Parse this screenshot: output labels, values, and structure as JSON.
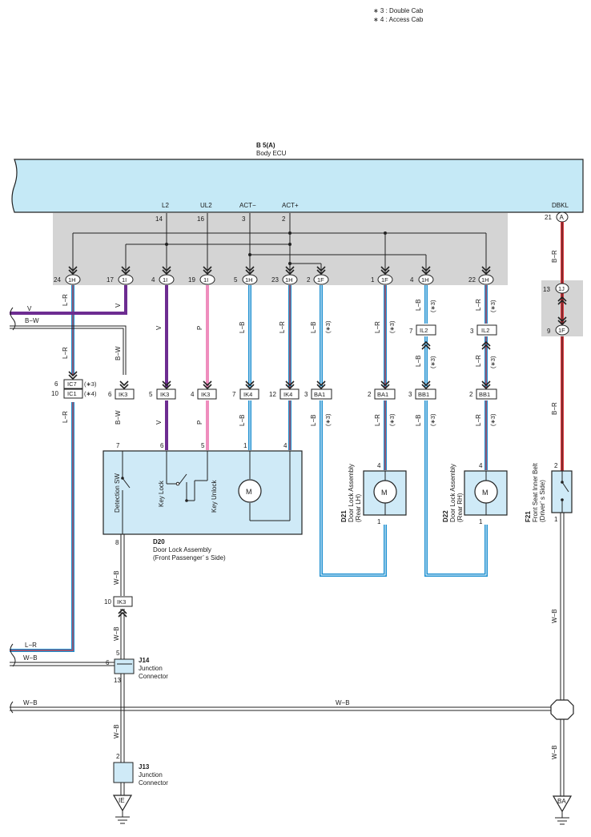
{
  "notes": [
    "∗ 3 : Double Cab",
    "∗ 4 : Access Cab"
  ],
  "ecu": {
    "ref": "B 5(A)",
    "name": "Body ECU"
  },
  "ecu_pins": [
    {
      "signal": "L2",
      "pin": "14"
    },
    {
      "signal": "UL2",
      "pin": "16"
    },
    {
      "signal": "ACT−",
      "pin": "3"
    },
    {
      "signal": "ACT+",
      "pin": "2"
    },
    {
      "signal": "DBKL",
      "pin": "21"
    }
  ],
  "ecu_dbkl_connector": "A",
  "top_connectors": [
    {
      "pin": "24",
      "conn": "1H"
    },
    {
      "pin": "17",
      "conn": "1I"
    },
    {
      "pin": "4",
      "conn": "1I"
    },
    {
      "pin": "19",
      "conn": "1I"
    },
    {
      "pin": "5",
      "conn": "1H"
    },
    {
      "pin": "23",
      "conn": "1H"
    },
    {
      "pin": "2",
      "conn": "1F"
    },
    {
      "pin": "1",
      "conn": "1F"
    },
    {
      "pin": "4",
      "conn": "1H"
    },
    {
      "pin": "22",
      "conn": "1H"
    }
  ],
  "right_connectors": [
    {
      "pin": "13",
      "conn": "1J"
    },
    {
      "pin": "9",
      "conn": "1F"
    }
  ],
  "mid_connectors": [
    {
      "pin": "6",
      "conn": "IC7",
      "note": "(∗3)"
    },
    {
      "pin": "10",
      "conn": "IC1",
      "note": "(∗4)"
    },
    {
      "pin": "6",
      "conn": "IK3",
      "note": ""
    },
    {
      "pin": "5",
      "conn": "IK3",
      "note": ""
    },
    {
      "pin": "4",
      "conn": "IK3",
      "note": ""
    },
    {
      "pin": "7",
      "conn": "IK4",
      "note": ""
    },
    {
      "pin": "12",
      "conn": "IK4",
      "note": ""
    },
    {
      "pin": "3",
      "conn": "BA1",
      "note": ""
    },
    {
      "pin": "2",
      "conn": "BA1",
      "note": ""
    },
    {
      "pin": "3",
      "conn": "BB1",
      "note": ""
    },
    {
      "pin": "2",
      "conn": "BB1",
      "note": ""
    },
    {
      "pin": "7",
      "conn": "IL2",
      "note": ""
    },
    {
      "pin": "3",
      "conn": "IL2",
      "note": ""
    },
    {
      "pin": "10",
      "conn": "IK3",
      "note": ""
    }
  ],
  "wire_colors": {
    "lr": "L−R",
    "v": "V",
    "bw": "B−W",
    "p": "P",
    "lb": "L−B",
    "br": "B−R",
    "wb": "W−B",
    "star3": "(∗3)"
  },
  "d20": {
    "ref": "D20",
    "name": "Door Lock Assembly",
    "side": "(Front Passenger’ s Side)",
    "pins": [
      "7",
      "6",
      "5",
      "1",
      "4",
      "8"
    ],
    "labels": [
      "Detection SW",
      "Key Lock",
      "Key Unlock"
    ],
    "motor": "M"
  },
  "d21": {
    "ref": "D21",
    "name": "Door Lock Assembly",
    "side": "(Rear LH)",
    "pins": [
      "4",
      "1"
    ],
    "motor": "M"
  },
  "d22": {
    "ref": "D22",
    "name": "Door Lock Assembly",
    "side": "(Rear RH)",
    "pins": [
      "4",
      "1"
    ],
    "motor": "M"
  },
  "f21": {
    "ref": "F21",
    "name": "Front Seat Inner Belt",
    "side": "(Driver’ s Side)",
    "pins": [
      "2",
      "1"
    ]
  },
  "j14": {
    "ref": "J14",
    "name": "Junction",
    "name2": "Connector",
    "pins": [
      "5",
      "6",
      "13"
    ]
  },
  "j13": {
    "ref": "J13",
    "name": "Junction",
    "name2": "Connector",
    "pins": [
      "2"
    ]
  },
  "grounds": [
    "IE",
    "BA"
  ],
  "colors": {
    "ecu_fill": "#c5e9f6",
    "shade": "#d4d4d4",
    "blue": "#1c8fd0",
    "red": "#e0363c",
    "violet": "#6d2c91",
    "pink": "#ef8dbd",
    "box_fill": "#cfeaf7"
  }
}
